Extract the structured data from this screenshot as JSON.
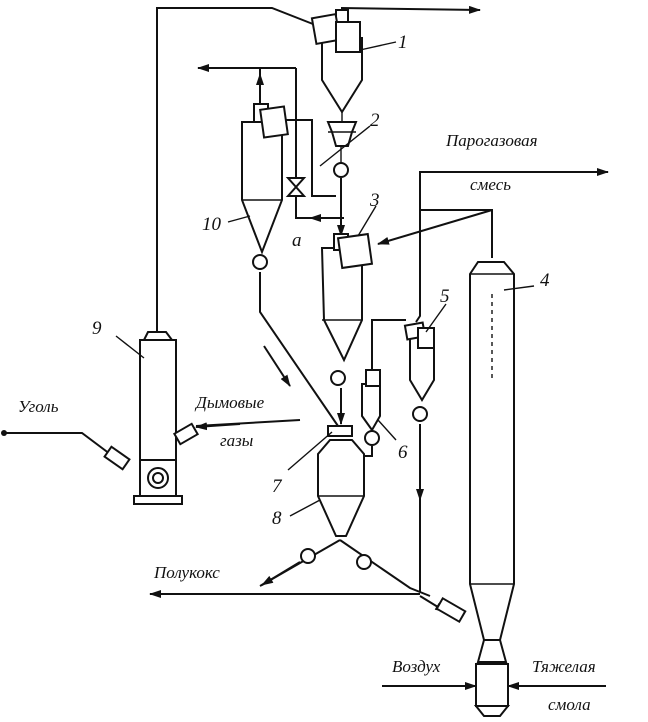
{
  "numbers": {
    "n1": "1",
    "n2": "2",
    "n3": "3",
    "n4": "4",
    "n5": "5",
    "n6": "6",
    "n7": "7",
    "n8": "8",
    "n9": "9",
    "n10": "10",
    "a": "a"
  },
  "labels": {
    "steam_gas_line1": "Парогазовая",
    "steam_gas_line2": "смесь",
    "coal": "Уголь",
    "flue_line1": "Дымовые",
    "flue_line2": "газы",
    "semicoke": "Полукокс",
    "air": "Воздух",
    "heavy_tar_line1": "Тяжелая",
    "heavy_tar_line2": "смола"
  }
}
